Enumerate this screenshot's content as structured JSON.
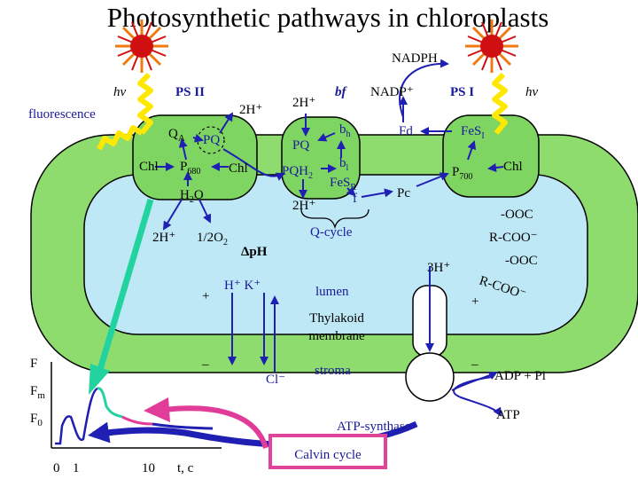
{
  "title": "Photosynthetic pathways in chloroplasts",
  "colors": {
    "stroma_green": "#8fdc6e",
    "lumen_blue": "#bfe8f6",
    "complex_green": "#7fd561",
    "arrow_blue": "#1f1fb3",
    "sun_red": "#d01010",
    "sun_orange": "#f07a10",
    "wave_yellow": "#ffe800",
    "fluor_teal": "#22d3a0",
    "trace_pink": "#e23c9a",
    "calvin_box": "#e0449a"
  },
  "icons": {
    "sun": "sun-icon",
    "wave": "light-wave-icon"
  },
  "labels": {
    "nadph": "NADPH",
    "hv_left": "hν",
    "hv_right": "hν",
    "psii": "PS II",
    "psi": "PS I",
    "bf": "bf",
    "nadp": "NADP⁺",
    "two_h_top1": "2H⁺",
    "two_h_top2": "2H⁺",
    "fluorescence": "fluorescence",
    "qa": "Q",
    "qa_sub": "A",
    "pq": "PQ",
    "fd": "Fd",
    "fes": "FeS",
    "fes_sub": "I",
    "chl_left": "Chl",
    "p680": "P",
    "p680_sub": "680",
    "chl_mid": "Chl",
    "pq_cyt": "PQ",
    "pqh2": "PQH",
    "pqh2_sub": "2",
    "bh": "b",
    "bh_sub": "h",
    "bl": "b",
    "bl_sub": "l",
    "fesr": "FeS",
    "fesr_sub": "R",
    "cyt_f": "f",
    "p700": "P",
    "p700_sub": "700",
    "chl_right": "Chl",
    "pc": "Pc",
    "h2o": "H",
    "h2o_sub": "2",
    "h2o_end": "O",
    "two_h_lumen_cyt": "2H⁺",
    "two_h_lumen": "2H⁺",
    "half_o2": "1/2O",
    "half_o2_sub": "2",
    "q_cycle": "Q-cycle",
    "delta_ph": "ΔpH",
    "ooc1": "-OOC",
    "rcoo1": "R-COO⁻",
    "ooc2": "-OOC",
    "rcoo2": "R-COO⁻",
    "three_h": "3H⁺",
    "plus_left": "+",
    "plus_right": "+",
    "h_k": "H⁺ K⁺",
    "lumen": "lumen",
    "thylakoid_membrane": "Thylakoid membrane",
    "minus_left": "–",
    "minus_right": "–",
    "cl": "Cl⁻",
    "stroma": "stroma",
    "adp_pi": "ADP + Pi",
    "atp": "ATP",
    "atp_synthase": "ATP-synthase",
    "calvin_cycle": "Calvin cycle",
    "axis_f": "F",
    "axis_fm": "F",
    "axis_fm_sub": "m",
    "axis_f0": "F",
    "axis_f0_sub": "0",
    "tick_0": "0",
    "tick_1": "1",
    "tick_10": "10",
    "tick_tc": "t, c"
  }
}
